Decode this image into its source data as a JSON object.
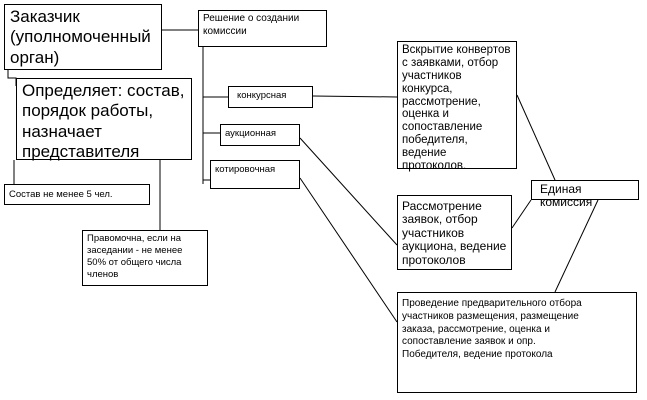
{
  "boxes": {
    "customer": "Заказчик\n(уполномоченный\nорган)",
    "decision": "Решение о создании\nкомиссии",
    "defines": "Определяет: состав,\nпорядок работы,\nназначает\nпредставителя",
    "composition": "Состав не менее 5 чел.",
    "quorum": "Правомочна,  если на\nзаседании - не менее\n50% от общего числа\nчленов",
    "competitive": "конкурсная",
    "auction": "аукционная",
    "quotation": "котировочная",
    "competitive_tasks": "Вскрытие конвертов\nс заявками, отбор\nучастников\nконкурса,\nрассмотрение,\nоценка и\nсопоставление\nпобедителя,\nведение\nпротоколов.",
    "unified": "Единая комиссия",
    "auction_tasks": "Рассмотрение\nзаявок, отбор\nучастников\nаукциона, ведение\nпротоколов",
    "quotation_tasks": "Проведение предварительного отбора\nучастников размещения, размещение\nзаказа, рассмотрение, оценка и\nсопоставление заявок и опр.\nПобедителя, ведение протокола"
  }
}
